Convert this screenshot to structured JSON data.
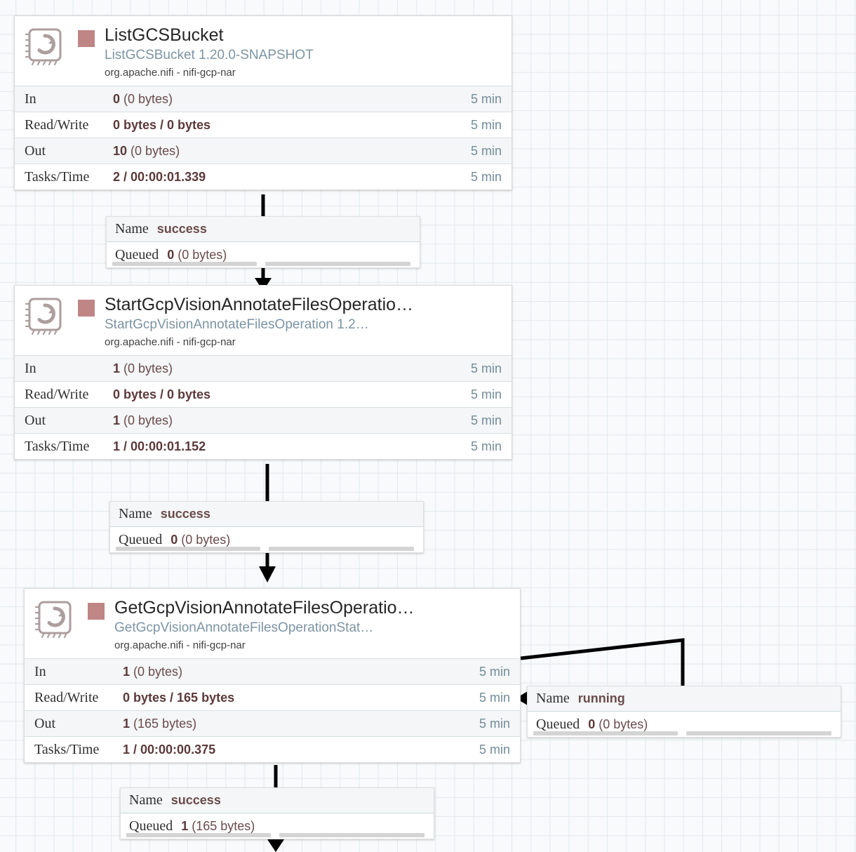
{
  "canvas": {
    "background": "#f8fafb",
    "grid_color": "#e3eaed",
    "wire_color": "#000000"
  },
  "theme": {
    "status_square_color": "#c08585",
    "processor_name_color": "#262626",
    "processor_type_color": "#7c94a3",
    "processor_bundle_color": "#414141",
    "stat_value_color": "#5c3939",
    "stat_time_color": "#728c9a",
    "icon_color": "#ad9e9e"
  },
  "processors": [
    {
      "id": "list-gcs-bucket",
      "icon": "processor-icon",
      "name": "ListGCSBucket",
      "type": "ListGCSBucket 1.20.0-SNAPSHOT",
      "bundle": "org.apache.nifi - nifi-gcp-nar",
      "stats": [
        {
          "label": "In",
          "value": "0",
          "detail": "(0 bytes)",
          "time": "5 min"
        },
        {
          "label": "Read/Write",
          "value": "0 bytes / 0 bytes",
          "detail": "",
          "time": "5 min"
        },
        {
          "label": "Out",
          "value": "10",
          "detail": "(0 bytes)",
          "time": "5 min"
        },
        {
          "label": "Tasks/Time",
          "value": "2 / 00:00:01.339",
          "detail": "",
          "time": "5 min"
        }
      ]
    },
    {
      "id": "start-gcp-vision",
      "icon": "processor-icon",
      "name": "StartGcpVisionAnnotateFilesOperatio…",
      "type": "StartGcpVisionAnnotateFilesOperation 1.2…",
      "bundle": "org.apache.nifi - nifi-gcp-nar",
      "stats": [
        {
          "label": "In",
          "value": "1",
          "detail": "(0 bytes)",
          "time": "5 min"
        },
        {
          "label": "Read/Write",
          "value": "0 bytes / 0 bytes",
          "detail": "",
          "time": "5 min"
        },
        {
          "label": "Out",
          "value": "1",
          "detail": "(0 bytes)",
          "time": "5 min"
        },
        {
          "label": "Tasks/Time",
          "value": "1 / 00:00:01.152",
          "detail": "",
          "time": "5 min"
        }
      ]
    },
    {
      "id": "get-gcp-vision",
      "icon": "processor-icon",
      "name": "GetGcpVisionAnnotateFilesOperatio…",
      "type": "GetGcpVisionAnnotateFilesOperationStat…",
      "bundle": "org.apache.nifi - nifi-gcp-nar",
      "stats": [
        {
          "label": "In",
          "value": "1",
          "detail": "(0 bytes)",
          "time": "5 min"
        },
        {
          "label": "Read/Write",
          "value": "0 bytes / 165 bytes",
          "detail": "",
          "time": "5 min"
        },
        {
          "label": "Out",
          "value": "1",
          "detail": "(165 bytes)",
          "time": "5 min"
        },
        {
          "label": "Tasks/Time",
          "value": "1 / 00:00:00.375",
          "detail": "",
          "time": "5 min"
        }
      ]
    }
  ],
  "connections": [
    {
      "id": "conn-success-1",
      "name_key": "Name",
      "name_value": "success",
      "queued_key": "Queued",
      "queued_count": "0",
      "queued_size": "(0 bytes)"
    },
    {
      "id": "conn-success-2",
      "name_key": "Name",
      "name_value": "success",
      "queued_key": "Queued",
      "queued_count": "0",
      "queued_size": "(0 bytes)"
    },
    {
      "id": "conn-running",
      "name_key": "Name",
      "name_value": "running",
      "queued_key": "Queued",
      "queued_count": "0",
      "queued_size": "(0 bytes)"
    },
    {
      "id": "conn-success-3",
      "name_key": "Name",
      "name_value": "success",
      "queued_key": "Queued",
      "queued_count": "1",
      "queued_size": "(165 bytes)"
    }
  ]
}
